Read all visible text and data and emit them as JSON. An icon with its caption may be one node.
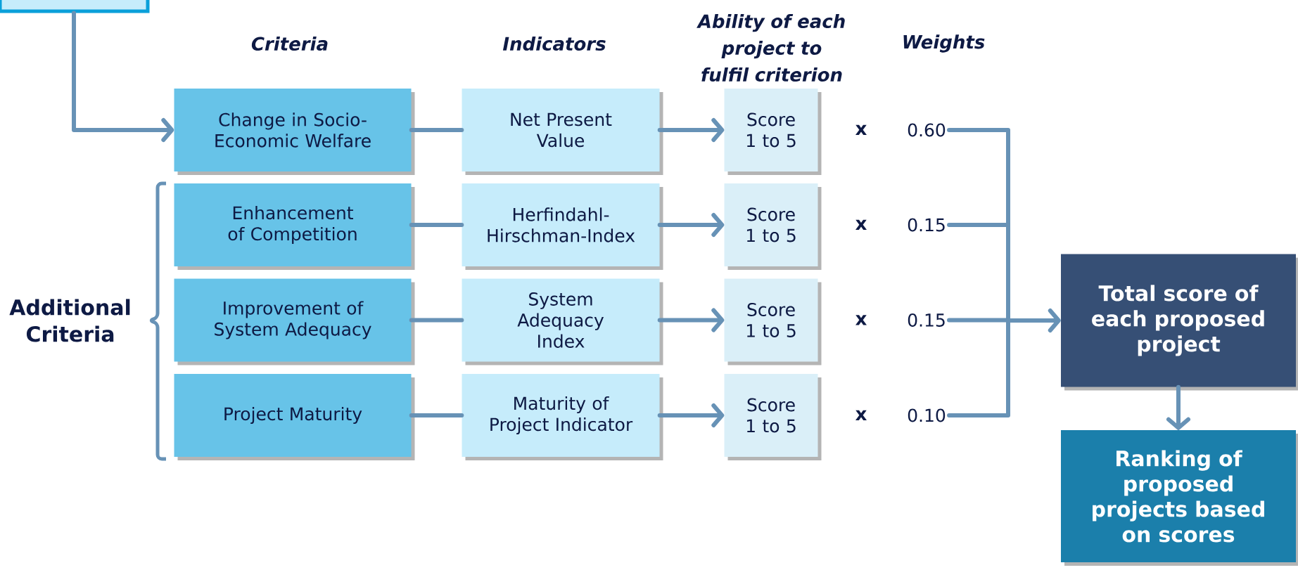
{
  "diagram": {
    "nodes": [
      {
        "text": [],
        "shape": "box"
      },
      {
        "text": [
          "Change in Socio-Economic Welfare"
        ]
      },
      {
        "text": [
          "Net Present Value"
        ]
      },
      {
        "text": [
          "Score 1 to 5"
        ]
      },
      {
        "text": [
          "0.60"
        ]
      },
      {
        "text": [
          "Enhancement of Competition"
        ]
      },
      {
        "text": [
          "Herfindahl-Hirschman-Index"
        ]
      },
      {
        "text": [
          "Score 1 to 5"
        ]
      },
      {
        "text": [
          "0.15"
        ]
      },
      {
        "text": [
          "Improvement of System Adequacy"
        ]
      },
      {
        "text": [
          "System Adequacy Index"
        ]
      },
      {
        "text": [
          "Score 1 to 5"
        ]
      },
      {
        "text": [
          "0.15"
        ]
      },
      {
        "text": [
          "Project Maturity"
        ]
      },
      {
        "text": [
          "Maturity of Project Indicator"
        ]
      },
      {
        "text": [
          "Score 1 to 5"
        ]
      },
      {
        "text": [
          "0.10"
        ]
      },
      {
        "text": [
          "Total score of each proposed project"
        ]
      },
      {
        "text": [
          "Ranking of proposed projects based on scores"
        ]
      }
    ],
    "edges": [
      {
        "from": 0,
        "to": 1,
        "arrow": "to"
      },
      {
        "from": 1,
        "to": 2,
        "arrow": "none"
      },
      {
        "from": 2,
        "to": 3,
        "arrow": "to"
      },
      {
        "from": 5,
        "to": 6,
        "arrow": "none"
      },
      {
        "from": 6,
        "to": 7,
        "arrow": "to"
      },
      {
        "from": 9,
        "to": 10,
        "arrow": "none"
      },
      {
        "from": 10,
        "to": 11,
        "arrow": "to"
      },
      {
        "from": 13,
        "to": 14,
        "arrow": "none"
      },
      {
        "from": 14,
        "to": 15,
        "arrow": "to"
      },
      {
        "from": 4,
        "to": 17,
        "arrow": "to"
      },
      {
        "from": 8,
        "to": 17,
        "arrow": "to"
      },
      {
        "from": 12,
        "to": 17,
        "arrow": "to"
      },
      {
        "from": 16,
        "to": 17,
        "arrow": "to"
      },
      {
        "from": 17,
        "to": 18,
        "arrow": "to"
      }
    ],
    "labels": [
      "Criteria",
      "Indicators",
      "Ability of each project to fulfil criterion",
      "Weights",
      "x",
      "x",
      "x",
      "x",
      "Additional Criteria"
    ]
  }
}
